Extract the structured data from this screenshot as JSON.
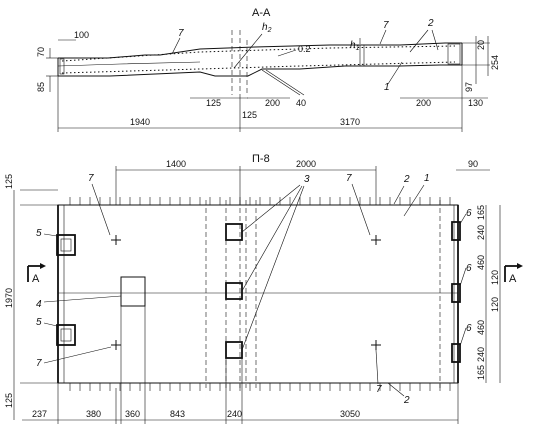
{
  "section": {
    "title": "А-А",
    "dims": {
      "d100": "100",
      "d70": "70",
      "d85": "85",
      "h2": "h",
      "h2sub": "2",
      "h1": "h",
      "h1sub": "1",
      "d02": "0.2",
      "d125a": "125",
      "d125b": "125",
      "d200a": "200",
      "d40": "40",
      "d200b": "200",
      "d130": "130",
      "d97": "97",
      "d20": "20",
      "d254": "254",
      "d1940": "1940",
      "d3170": "3170"
    },
    "callouts": {
      "c7a": "7",
      "c7b": "7",
      "c2": "2",
      "c1": "1"
    }
  },
  "plan": {
    "title": "П-8",
    "dims": {
      "d1400": "1400",
      "d2000": "2000",
      "d90": "90",
      "d125top": "125",
      "d1970": "1970",
      "d125bot": "125",
      "d237": "237",
      "d380": "380",
      "d360": "360",
      "d843": "843",
      "d240b": "240",
      "d3050": "3050",
      "d165a": "165",
      "d240a": "240",
      "d460a": "460",
      "d120a": "120",
      "d120b": "120",
      "d460b": "460",
      "d240c": "240",
      "d165b": "165"
    },
    "callouts": {
      "c7tl": "7",
      "c7tr": "7",
      "c2t": "2",
      "c1": "1",
      "c3": "3",
      "c5a": "5",
      "c5b": "5",
      "c4": "4",
      "c7bl": "7",
      "c7br": "7",
      "c2b": "2",
      "c6a": "6",
      "c6b": "6",
      "c6c": "6"
    },
    "section_marks": {
      "left": "А",
      "right": "А"
    }
  }
}
